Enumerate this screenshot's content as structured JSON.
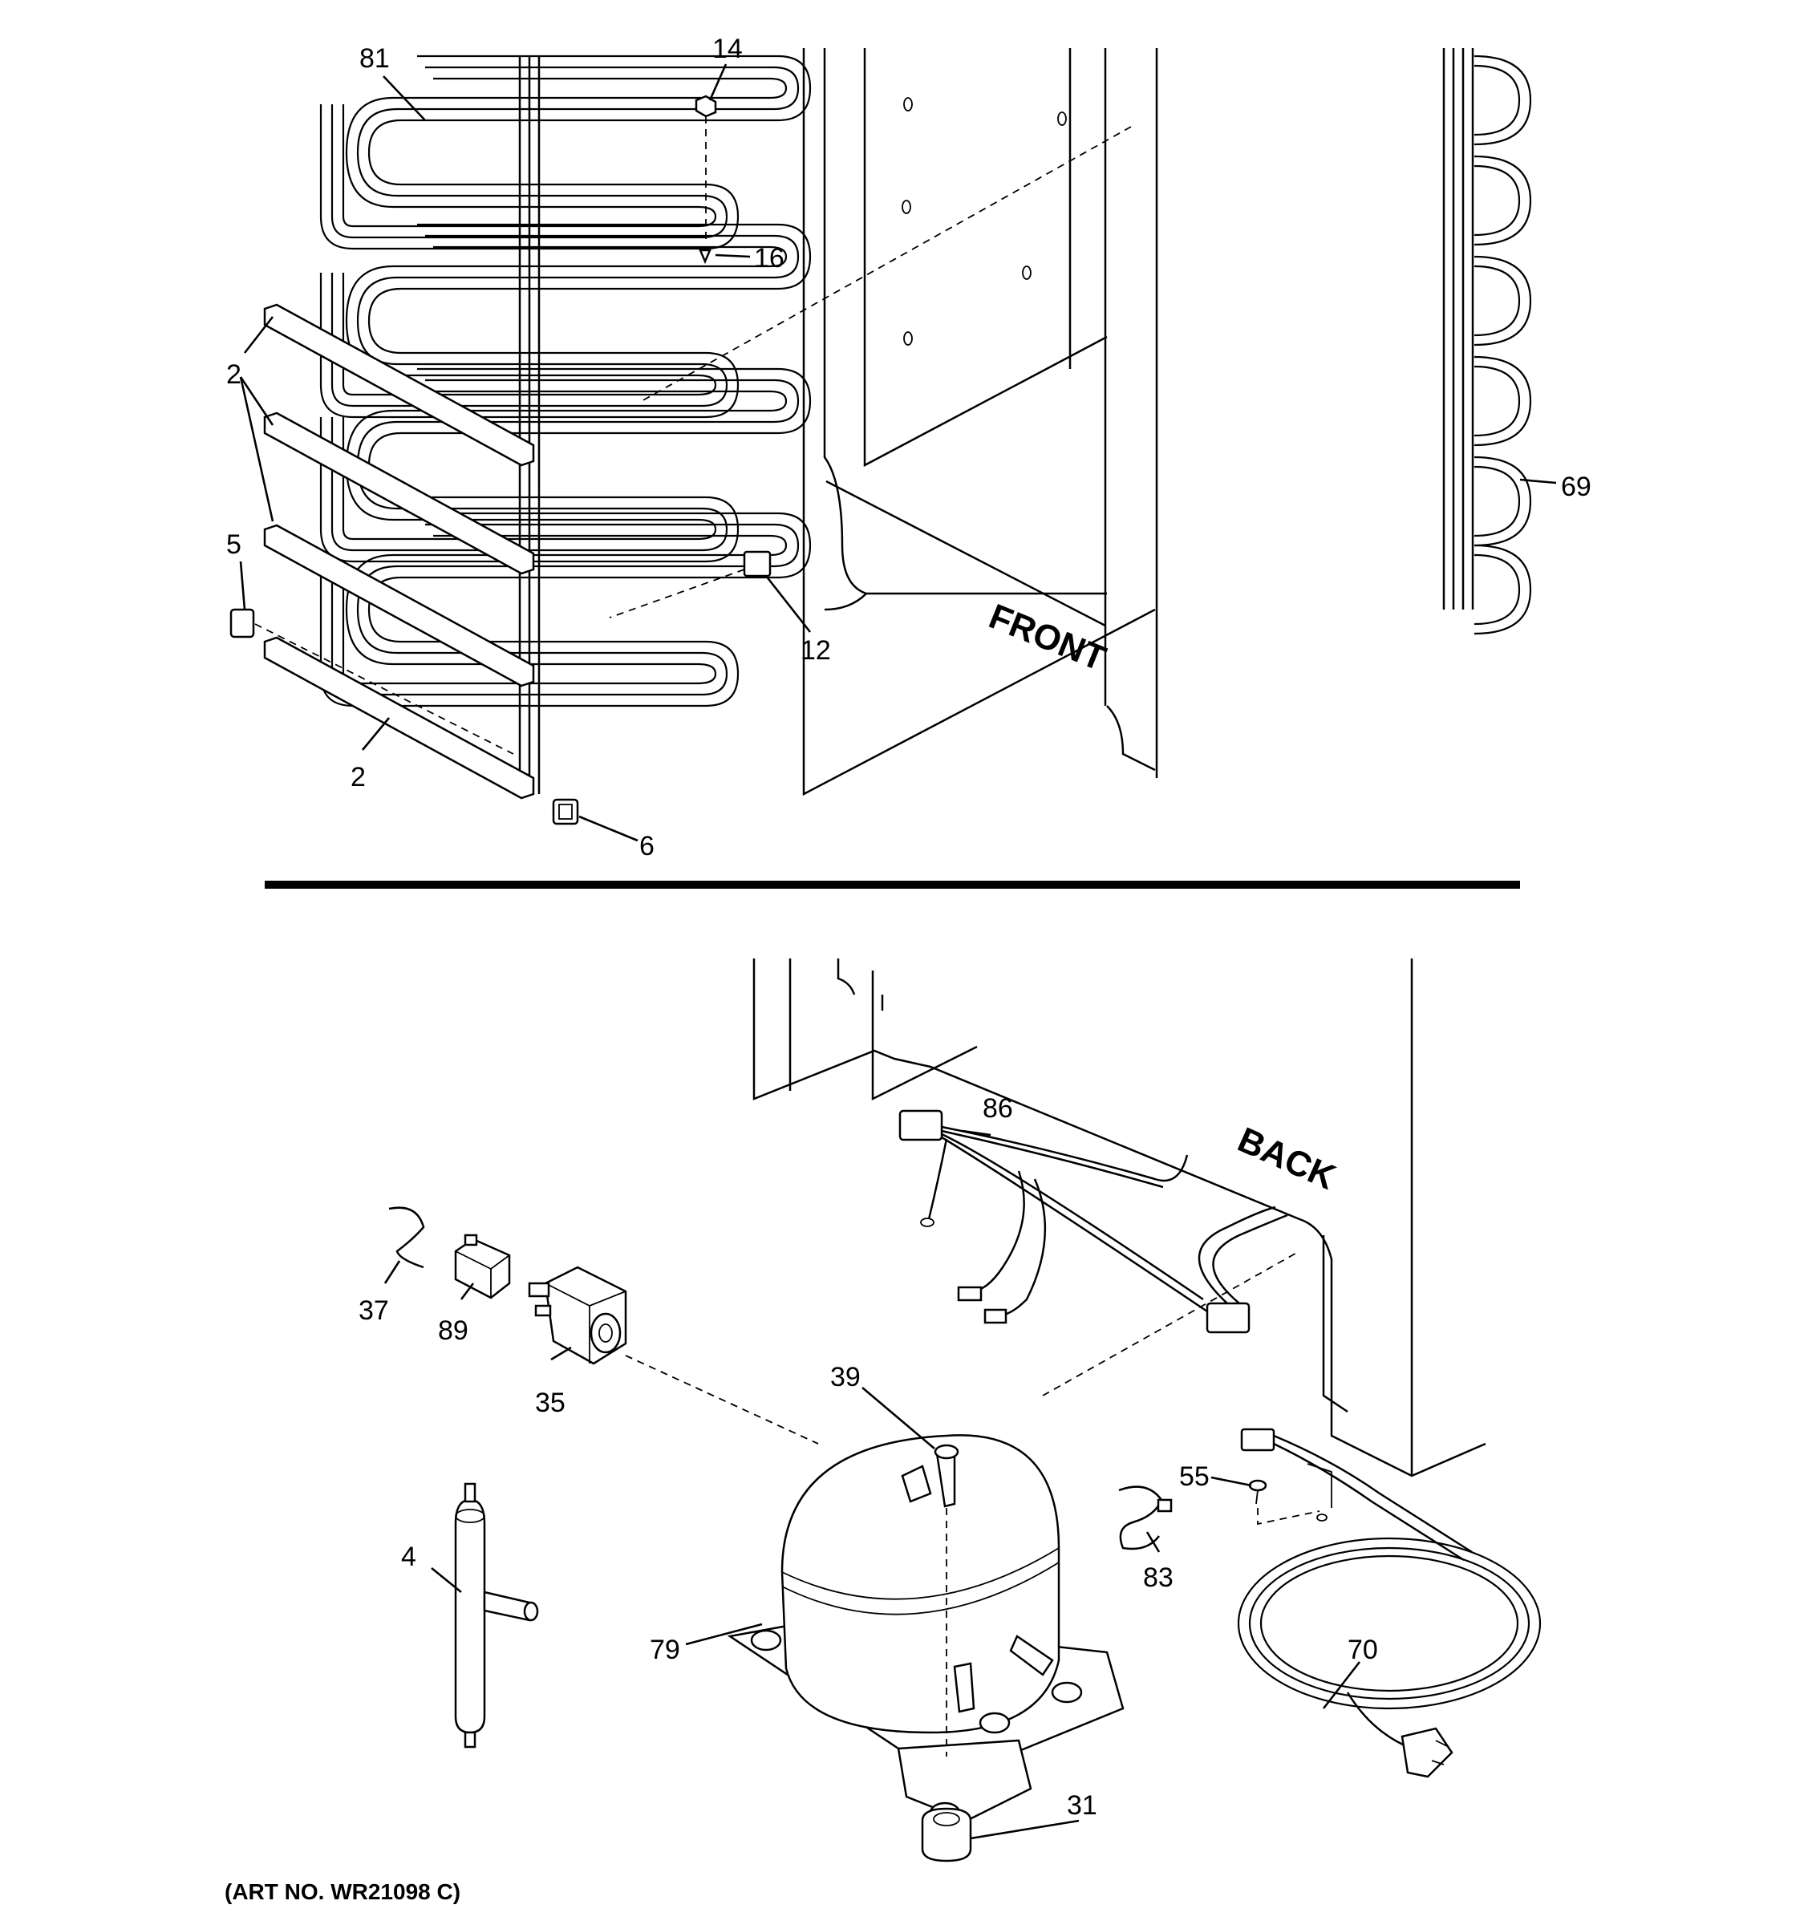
{
  "diagram": {
    "stamps": {
      "front": "FRONT",
      "back": "BACK"
    },
    "art_number": "(ART NO. WR21098 C)",
    "callouts": {
      "c81": "81",
      "c14": "14",
      "c16": "16",
      "c2a": "2",
      "c2b": "2",
      "c5": "5",
      "c12": "12",
      "c6": "6",
      "c69": "69",
      "c86": "86",
      "c37": "37",
      "c89": "89",
      "c35": "35",
      "c39": "39",
      "c55": "55",
      "c4": "4",
      "c83": "83",
      "c70": "70",
      "c79": "79",
      "c31": "31"
    }
  }
}
